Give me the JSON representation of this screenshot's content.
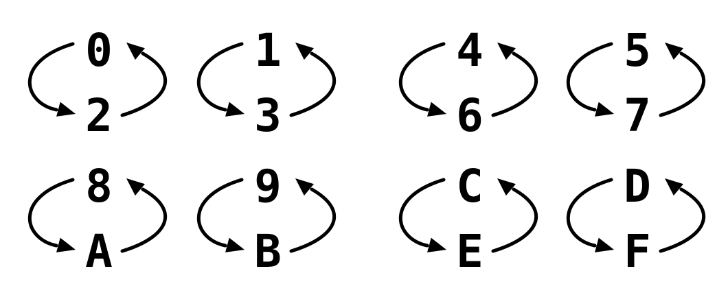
{
  "colors": {
    "ink": "#000000",
    "background": "#ffffff"
  },
  "swap_pairs": [
    {
      "top": "0",
      "bottom": "2"
    },
    {
      "top": "1",
      "bottom": "3"
    },
    {
      "top": "4",
      "bottom": "6"
    },
    {
      "top": "5",
      "bottom": "7"
    },
    {
      "top": "8",
      "bottom": "A"
    },
    {
      "top": "9",
      "bottom": "B"
    },
    {
      "top": "C",
      "bottom": "E"
    },
    {
      "top": "D",
      "bottom": "F"
    }
  ]
}
